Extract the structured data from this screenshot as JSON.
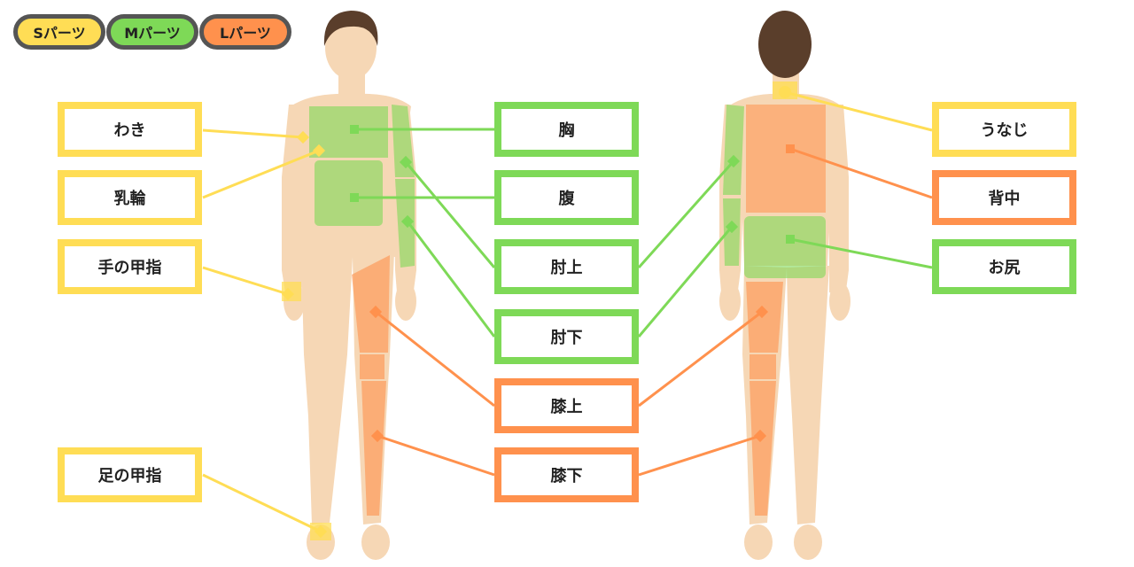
{
  "colors": {
    "s": "#FFDD55",
    "m": "#7ED957",
    "l": "#FF914D",
    "skin": "#F6D7B5",
    "skin_shadow": "#E9B98F",
    "hair": "#5A3E2B",
    "legend_border": "#555555"
  },
  "legend": [
    {
      "label": "Sパーツ",
      "size": "s"
    },
    {
      "label": "Mパーツ",
      "size": "m"
    },
    {
      "label": "Lパーツ",
      "size": "l"
    }
  ],
  "labels": [
    {
      "id": "waki",
      "text": "わき",
      "size": "s"
    },
    {
      "id": "nyurin",
      "text": "乳輪",
      "size": "s"
    },
    {
      "id": "te-no-kou-yubi",
      "text": "手の甲指",
      "size": "s"
    },
    {
      "id": "ashi-no-kou-yubi",
      "text": "足の甲指",
      "size": "s"
    },
    {
      "id": "mune",
      "text": "胸",
      "size": "m"
    },
    {
      "id": "hara",
      "text": "腹",
      "size": "m"
    },
    {
      "id": "hiji-ue",
      "text": "肘上",
      "size": "m"
    },
    {
      "id": "hiji-shita",
      "text": "肘下",
      "size": "m"
    },
    {
      "id": "hiza-ue",
      "text": "膝上",
      "size": "l"
    },
    {
      "id": "hiza-shita",
      "text": "膝下",
      "size": "l"
    },
    {
      "id": "unaji",
      "text": "うなじ",
      "size": "s"
    },
    {
      "id": "senaka",
      "text": "背中",
      "size": "l"
    },
    {
      "id": "oshiri",
      "text": "お尻",
      "size": "m"
    }
  ]
}
